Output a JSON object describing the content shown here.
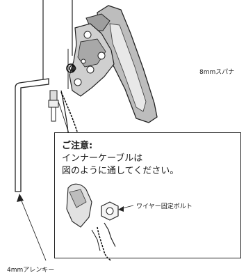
{
  "labels": {
    "wrench": "8mmスパナ",
    "allen_key": "4mmアレンキー",
    "bolt": "ワイヤー固定ボルト"
  },
  "note": {
    "title": "ご注意:",
    "line1": "インナーケーブルは",
    "line2": "図のように通してください。"
  }
}
